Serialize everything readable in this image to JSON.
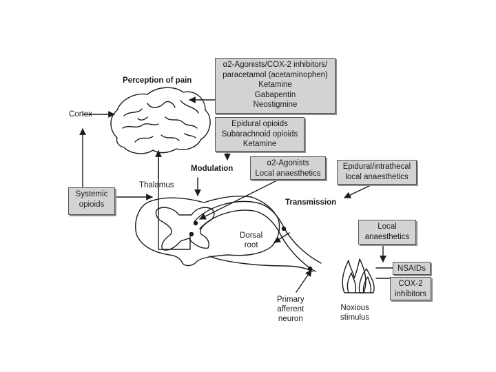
{
  "labels": {
    "perception": "Perception of pain",
    "modulation": "Modulation",
    "transmission": "Transmission",
    "cortex": "Cortex",
    "thalamus": "Thalamus",
    "dorsal_root": [
      "Dorsal",
      "root"
    ],
    "primary_afferent": [
      "Primary",
      "afferent",
      "neuron"
    ],
    "noxious": [
      "Noxious",
      "stimulus"
    ]
  },
  "boxes": {
    "perception_drugs": [
      "α2-Agonists/COX-2 inhibitors/",
      "paracetamol (acetaminophen)",
      "Ketamine",
      "Gabapentin",
      "Neostigmine"
    ],
    "neuraxial": [
      "Epidural opioids",
      "Subarachnoid opioids",
      "Ketamine"
    ],
    "modulation_drugs": [
      "α2-Agonists",
      "Local anaesthetics"
    ],
    "transmission_drugs": [
      "Epidural/intrathecal",
      "local anaesthetics"
    ],
    "systemic": [
      "Systemic",
      "opioids"
    ],
    "local": [
      "Local",
      "anaesthetics"
    ],
    "nsaids": [
      "NSAIDs"
    ],
    "cox2": [
      "COX-2",
      "inhibitors"
    ]
  },
  "colors": {
    "box_fill": "#d3d3d3",
    "line": "#1a1a1a"
  }
}
